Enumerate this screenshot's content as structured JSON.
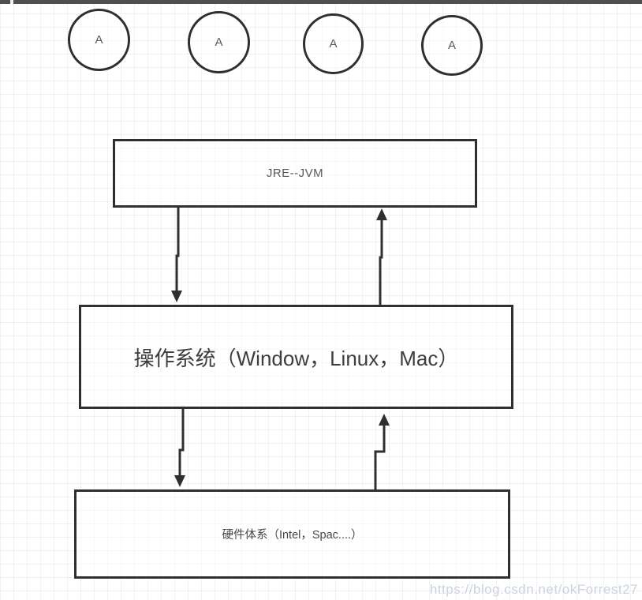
{
  "diagram": {
    "circles": [
      {
        "label": "A"
      },
      {
        "label": "A"
      },
      {
        "label": "A"
      },
      {
        "label": "A"
      }
    ],
    "boxes": {
      "jre": {
        "label": "JRE--JVM"
      },
      "os": {
        "label": "操作系统（Window，Linux，Mac）"
      },
      "hardware": {
        "label": "硬件体系（Intel，Spac....）"
      }
    },
    "colors": {
      "shape_stroke": "#2f2f2f",
      "label_muted": "#595959",
      "label_dark": "#3d3d3d",
      "grid_line": "#e9edf2",
      "topbar": "#4f4f4f",
      "watermark": "#ccd3df"
    }
  },
  "watermark": {
    "text": "https://blog.csdn.net/okForrest27"
  }
}
